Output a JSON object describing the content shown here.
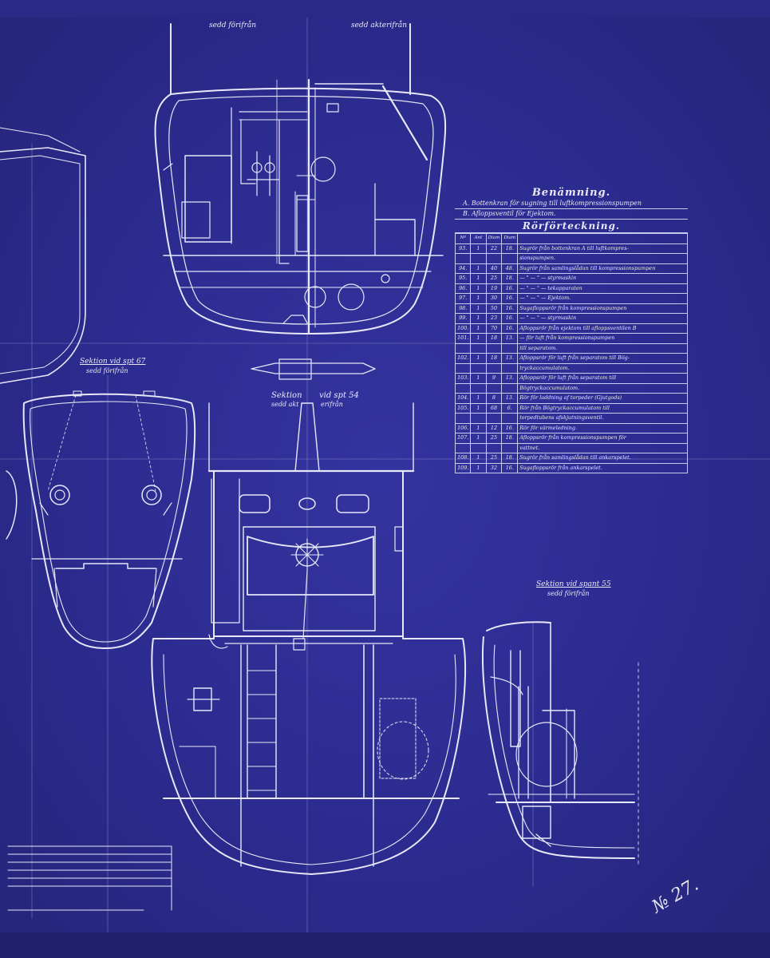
{
  "labels": {
    "top_view_left": "sedd förifrån",
    "top_view_right": "sedd akterifrån",
    "section_67_line1": "Sektion vid spt 67",
    "section_67_line2": "sedd förifrån",
    "section_54_line1": "Sektion",
    "section_54_line2": "sedd akt",
    "section_54_line3": "vid spt 54",
    "section_54_line4": "erifrån",
    "section_55_line1": "Sektion vid spant 55",
    "section_55_line2": "sedd förifrån",
    "sheet_number": "№ 27."
  },
  "legend": {
    "title": "Benämning.",
    "items": [
      {
        "key": "A.",
        "text": "Bottenkran för sugning till luftkompressionspumpen"
      },
      {
        "key": "B.",
        "text": "Afloppsventil för Ejektom."
      }
    ]
  },
  "pipe_table": {
    "title": "Rörförteckning.",
    "headers": [
      "Nº",
      "Ant",
      "Diam",
      "Diam"
    ],
    "rows": [
      {
        "no": "93.",
        "ant": "1",
        "d1": "22",
        "d2": "18.",
        "desc": "Sugrör från bottenkran A till luftkompres-"
      },
      {
        "no": "",
        "ant": "",
        "d1": "",
        "d2": "",
        "desc": "sionspumpen."
      },
      {
        "no": "94.",
        "ant": "1",
        "d1": "40",
        "d2": "48.",
        "desc": "Sugrör från samlingslådan till kompressionspumpen"
      },
      {
        "no": "95.",
        "ant": "1",
        "d1": "25",
        "d2": "18.",
        "desc": "— \" — \" — styrmaskin"
      },
      {
        "no": "96.",
        "ant": "1",
        "d1": "19",
        "d2": "16.",
        "desc": "— \" — \" — tekapparaten"
      },
      {
        "no": "97.",
        "ant": "1",
        "d1": "30",
        "d2": "16.",
        "desc": "— \" — \" — Ejektom."
      },
      {
        "no": "98.",
        "ant": "1",
        "d1": "50",
        "d2": "16.",
        "desc": "Sugafloppsrör från kompressionspumpen"
      },
      {
        "no": "99.",
        "ant": "1",
        "d1": "23",
        "d2": "16.",
        "desc": "— \" — \" — styrmaskin"
      },
      {
        "no": "100.",
        "ant": "1",
        "d1": "70",
        "d2": "16.",
        "desc": "Afloppsrör från ejektom till afloppsventilen B"
      },
      {
        "no": "101.",
        "ant": "1",
        "d1": "18",
        "d2": "13.",
        "desc": "— för luft från kompressionspumpen"
      },
      {
        "no": "",
        "ant": "",
        "d1": "",
        "d2": "",
        "desc": "till separatom."
      },
      {
        "no": "102.",
        "ant": "1",
        "d1": "18",
        "d2": "13.",
        "desc": "Afloppsrör för luft från separatom till Bög-"
      },
      {
        "no": "",
        "ant": "",
        "d1": "",
        "d2": "",
        "desc": "tryckaccumulatom."
      },
      {
        "no": "103.",
        "ant": "1",
        "d1": "9",
        "d2": "13.",
        "desc": "Afloppsrör för luft från separatom till"
      },
      {
        "no": "",
        "ant": "",
        "d1": "",
        "d2": "",
        "desc": "Bögtryckaccumulatom."
      },
      {
        "no": "104.",
        "ant": "1",
        "d1": "8",
        "d2": "13.",
        "desc": "Rör för laddning af torpeder (Gjutgods)"
      },
      {
        "no": "105.",
        "ant": "1",
        "d1": "68",
        "d2": "6.",
        "desc": "Rör från Bögtryckaccumulatom till"
      },
      {
        "no": "",
        "ant": "",
        "d1": "",
        "d2": "",
        "desc": "torpedtubens afskjutningsventil."
      },
      {
        "no": "106.",
        "ant": "1",
        "d1": "12",
        "d2": "16.",
        "desc": "Rör för värmeledning."
      },
      {
        "no": "107.",
        "ant": "1",
        "d1": "25",
        "d2": "18.",
        "desc": "Afloppsrör från kompressionspumpen för"
      },
      {
        "no": "",
        "ant": "",
        "d1": "",
        "d2": "",
        "desc": "vattnet."
      },
      {
        "no": "108.",
        "ant": "1",
        "d1": "25",
        "d2": "18.",
        "desc": "Sugrör från samlingslådan till ankarspelet."
      },
      {
        "no": "109.",
        "ant": "1",
        "d1": "32",
        "d2": "16.",
        "desc": "Sugafloppsrör från ankarspelet."
      }
    ]
  },
  "colors": {
    "paper": "#2c2b8f",
    "line": "#e6e8f8",
    "stamp": "#b06b9c"
  }
}
